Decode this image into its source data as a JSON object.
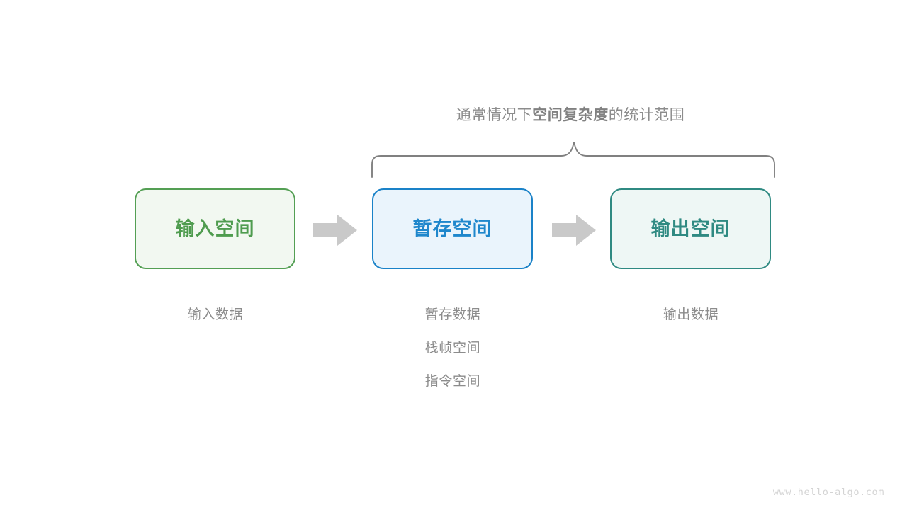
{
  "diagram": {
    "caption": {
      "prefix": "通常情况下",
      "emphasis": "空间复杂度",
      "suffix": "的统计范围"
    },
    "brace": {
      "name": "curly-brace-top",
      "color": "#808080",
      "spans": [
        "暂存空间",
        "输出空间"
      ]
    },
    "boxes": [
      {
        "id": "input",
        "label": "输入空间",
        "border_color": "#549f54",
        "fill_color": "#f2f8f1",
        "text_color": "#4f9c4f"
      },
      {
        "id": "temp",
        "label": "暂存空间",
        "border_color": "#1a82c8",
        "fill_color": "#eaf4fc",
        "text_color": "#1f87cc"
      },
      {
        "id": "output",
        "label": "输出空间",
        "border_color": "#2f8a82",
        "fill_color": "#eef7f5",
        "text_color": "#2f8a82"
      }
    ],
    "arrows": [
      {
        "id": "arrow-1",
        "from": "input",
        "to": "temp",
        "color": "#c9c9c9"
      },
      {
        "id": "arrow-2",
        "from": "temp",
        "to": "output",
        "color": "#c9c9c9"
      }
    ],
    "sublabels": {
      "input": [
        "输入数据"
      ],
      "temp": [
        "暂存数据",
        "栈帧空间",
        "指令空间"
      ],
      "output": [
        "输出数据"
      ]
    },
    "watermark": "www.hello-algo.com",
    "colors": {
      "background": "#ffffff",
      "muted_text": "#8c8c8c",
      "watermark": "#d4d4d4"
    }
  }
}
